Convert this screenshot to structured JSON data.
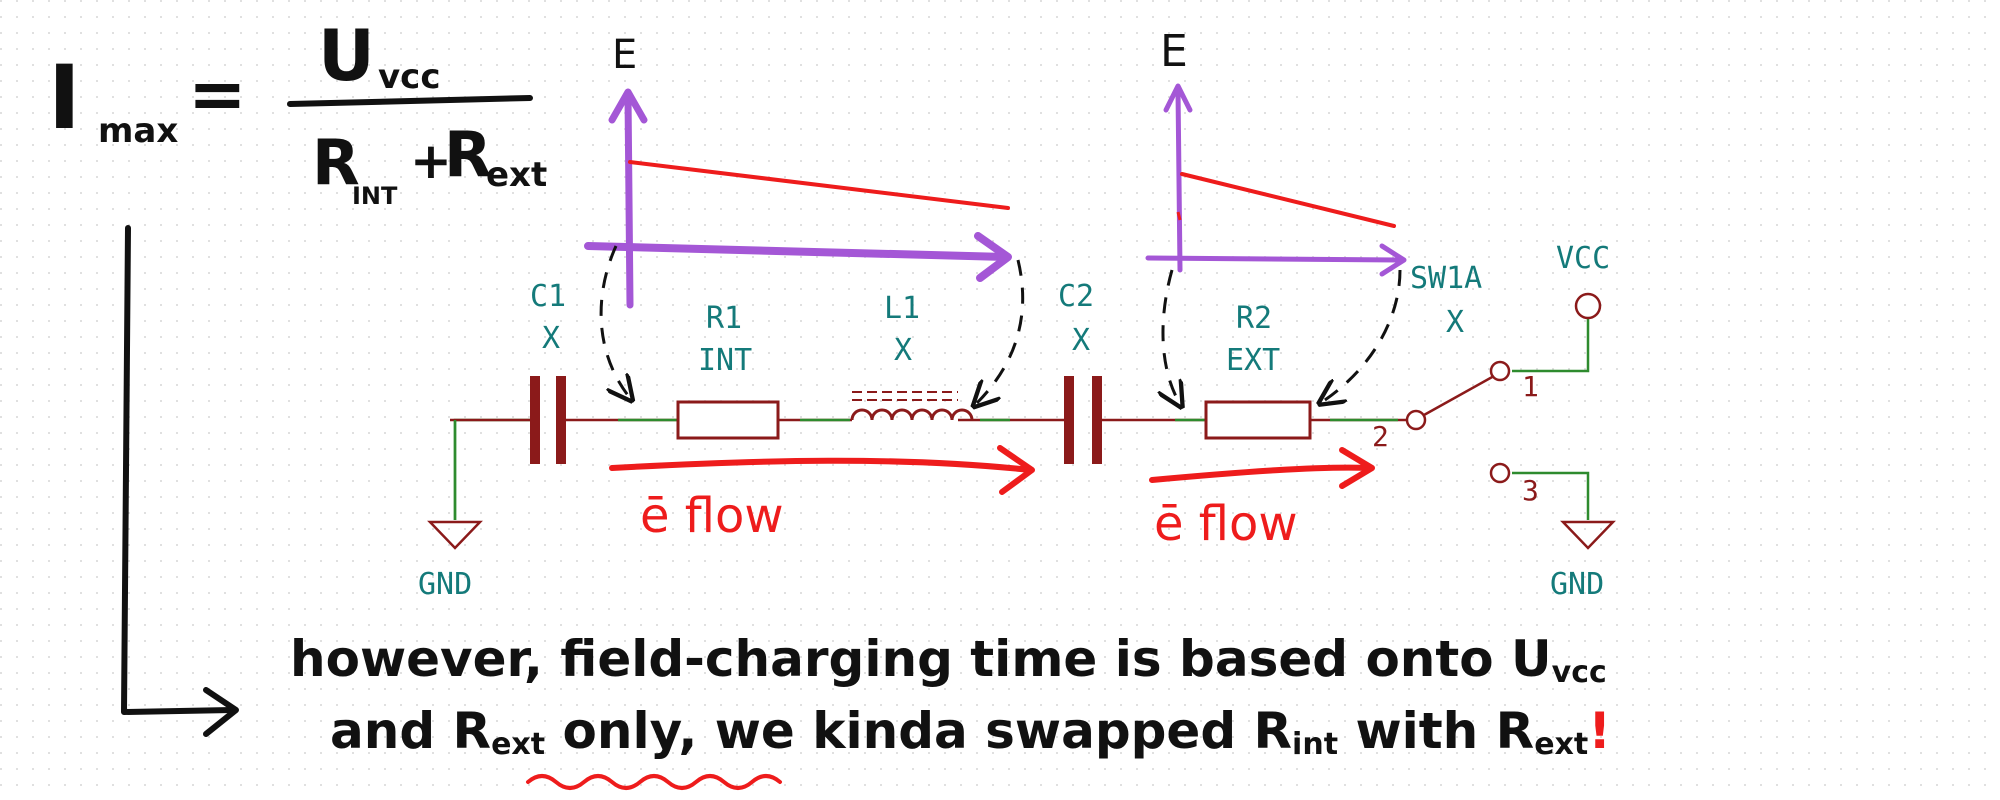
{
  "colors": {
    "ink": "#111111",
    "red": "#ee1c1c",
    "purple": "#a457d6",
    "wire_green": "#2e8b2e",
    "component": "#8b1a1a",
    "label_teal": "#147a7a",
    "grid_dot": "#d6d6d6"
  },
  "formula": {
    "lhs_main": "I",
    "lhs_sub": "max",
    "equals": "=",
    "numerator_main": "U",
    "numerator_sub": "vcc",
    "denominator_r1": "R",
    "denominator_r1_sub": "INT",
    "denominator_plus": "+",
    "denominator_r2": "R",
    "denominator_r2_sub": "ext"
  },
  "energy_plots": [
    {
      "axis_label": "E"
    },
    {
      "axis_label": "E"
    }
  ],
  "components": {
    "c1": {
      "ref": "C1",
      "value": "X"
    },
    "r1": {
      "ref": "R1",
      "value": "INT"
    },
    "l1": {
      "ref": "L1",
      "value": "X"
    },
    "c2": {
      "ref": "C2",
      "value": "X"
    },
    "r2": {
      "ref": "R2",
      "value": "EXT"
    },
    "sw1a": {
      "ref": "SW1A",
      "value": "X",
      "pin1": "1",
      "pin2": "2",
      "pin3": "3"
    },
    "vcc": {
      "label": "VCC"
    },
    "gnd_left": {
      "label": "GND"
    },
    "gnd_right": {
      "label": "GND"
    }
  },
  "flow_labels": [
    {
      "text": "ē flow"
    },
    {
      "text": "ē flow"
    }
  ],
  "note": {
    "line1": "however, field-charging time is based onto U",
    "line1_sub": "vcc",
    "line2_a": "and ",
    "line2_rext": "R",
    "line2_rext_sub": "ext",
    "line2_b": " only, we kinda swapped R",
    "line2_b_sub": "int",
    "line2_c": " with R",
    "line2_c_sub": "ext",
    "line2_mark": "!"
  }
}
